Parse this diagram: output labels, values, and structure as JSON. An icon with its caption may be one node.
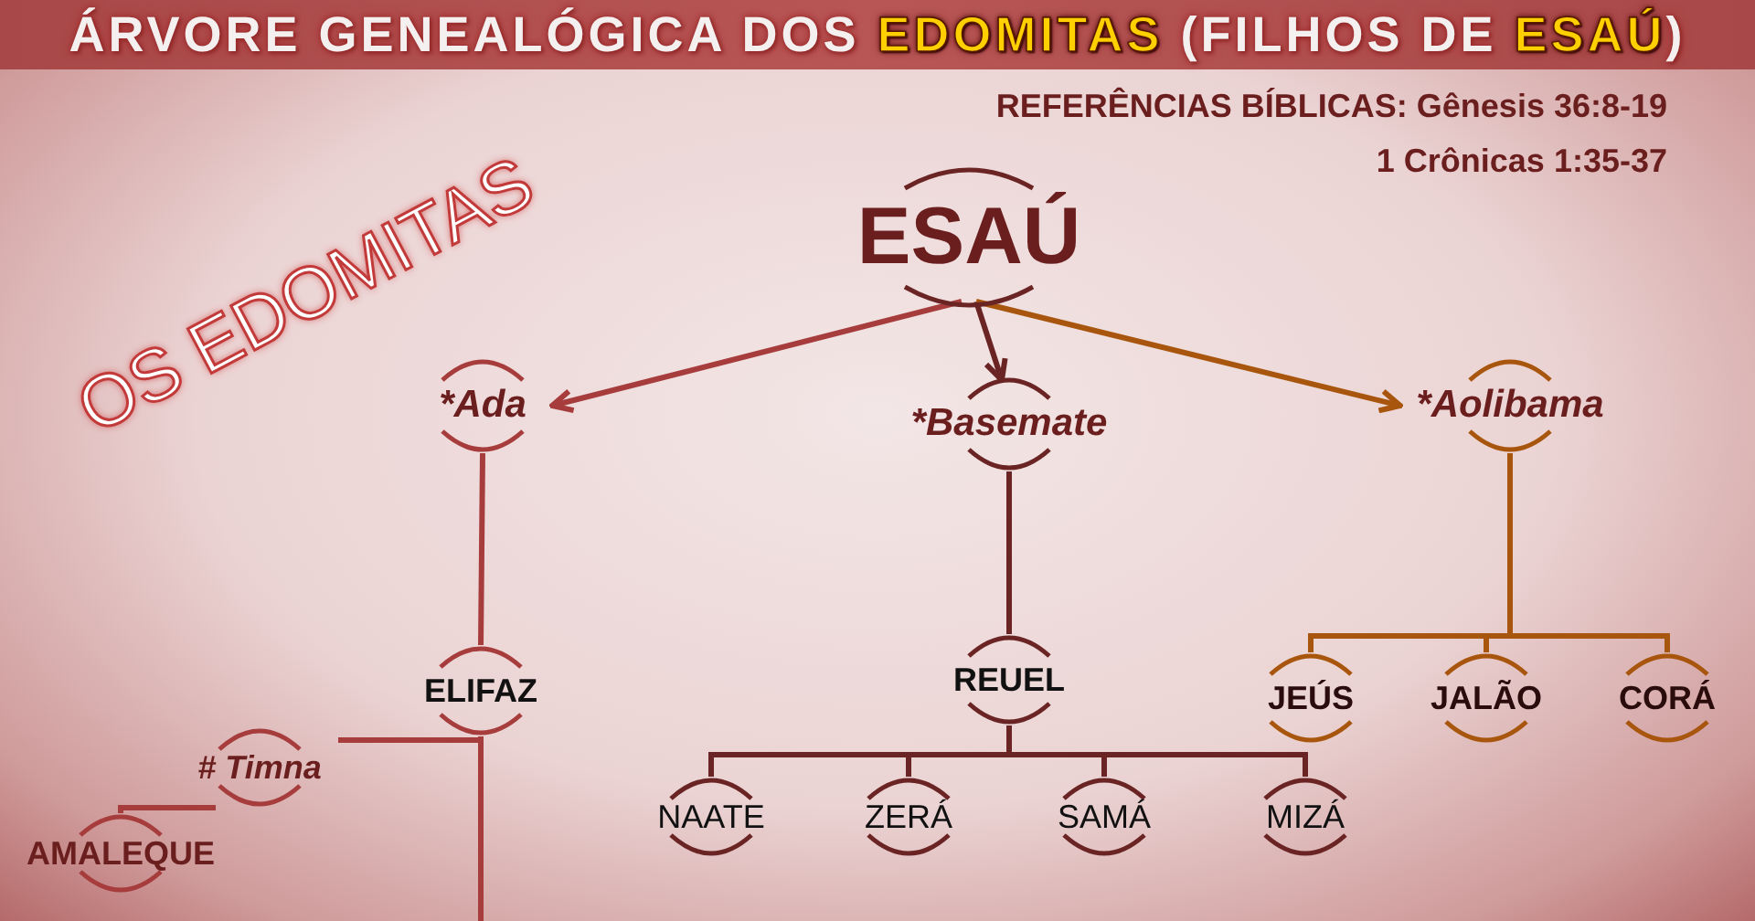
{
  "diagram": {
    "title": "ÁRVORE GENEALÓGICA DOS **EDOMITAS** (FILHOS DE **ESAÚ**)",
    "nodes": [
      {
        "text": [
          "ESAÚ"
        ]
      },
      {
        "text": [
          "*Ada"
        ]
      },
      {
        "text": [
          "*Basemate"
        ]
      },
      {
        "text": [
          "*Aolibama"
        ]
      },
      {
        "text": [
          "ELIFAZ"
        ]
      },
      {
        "text": [
          "REUEL"
        ]
      },
      {
        "text": [
          "JEÚS"
        ]
      },
      {
        "text": [
          "JALÃO"
        ]
      },
      {
        "text": [
          "CORÁ"
        ]
      },
      {
        "text": [
          "# Timna"
        ]
      },
      {
        "text": [
          "AMALEQUE"
        ]
      },
      {
        "text": [
          "NAATE"
        ]
      },
      {
        "text": [
          "ZERÁ"
        ]
      },
      {
        "text": [
          "SAMÁ"
        ]
      },
      {
        "text": [
          "MIZÁ"
        ]
      }
    ],
    "edges": [
      {
        "from": 0,
        "to": 1,
        "arrow": "to",
        "color": "#a63c3c"
      },
      {
        "from": 0,
        "to": 2,
        "arrow": "to"
      },
      {
        "from": 0,
        "to": 3,
        "arrow": "to",
        "color": "#a8560e"
      },
      {
        "from": 1,
        "to": 4,
        "arrow": "none",
        "color": "#a63c3c"
      },
      {
        "from": 2,
        "to": 5,
        "arrow": "none"
      },
      {
        "from": 3,
        "to": 6,
        "arrow": "none",
        "color": "#a8560e"
      },
      {
        "from": 3,
        "to": 7,
        "arrow": "none",
        "color": "#a8560e"
      },
      {
        "from": 3,
        "to": 8,
        "arrow": "none",
        "color": "#a8560e"
      },
      {
        "from": 4,
        "to": 9,
        "arrow": "none",
        "color": "#a63c3c"
      },
      {
        "from": 9,
        "to": 10,
        "arrow": "none",
        "color": "#a63c3c"
      },
      {
        "from": 4,
        "to": null,
        "arrow": "none",
        "color": "#a63c3c"
      },
      {
        "from": 5,
        "to": 11,
        "arrow": "none"
      },
      {
        "from": 5,
        "to": 12,
        "arrow": "none"
      },
      {
        "from": 5,
        "to": 13,
        "arrow": "none"
      },
      {
        "from": 5,
        "to": 14,
        "arrow": "none"
      }
    ],
    "labels": [
      "OS EDOMITAS",
      "REFERÊNCIAS BÍBLICAS:  Gênesis 36:8-19",
      "1 Crônicas 1:35-37"
    ]
  }
}
